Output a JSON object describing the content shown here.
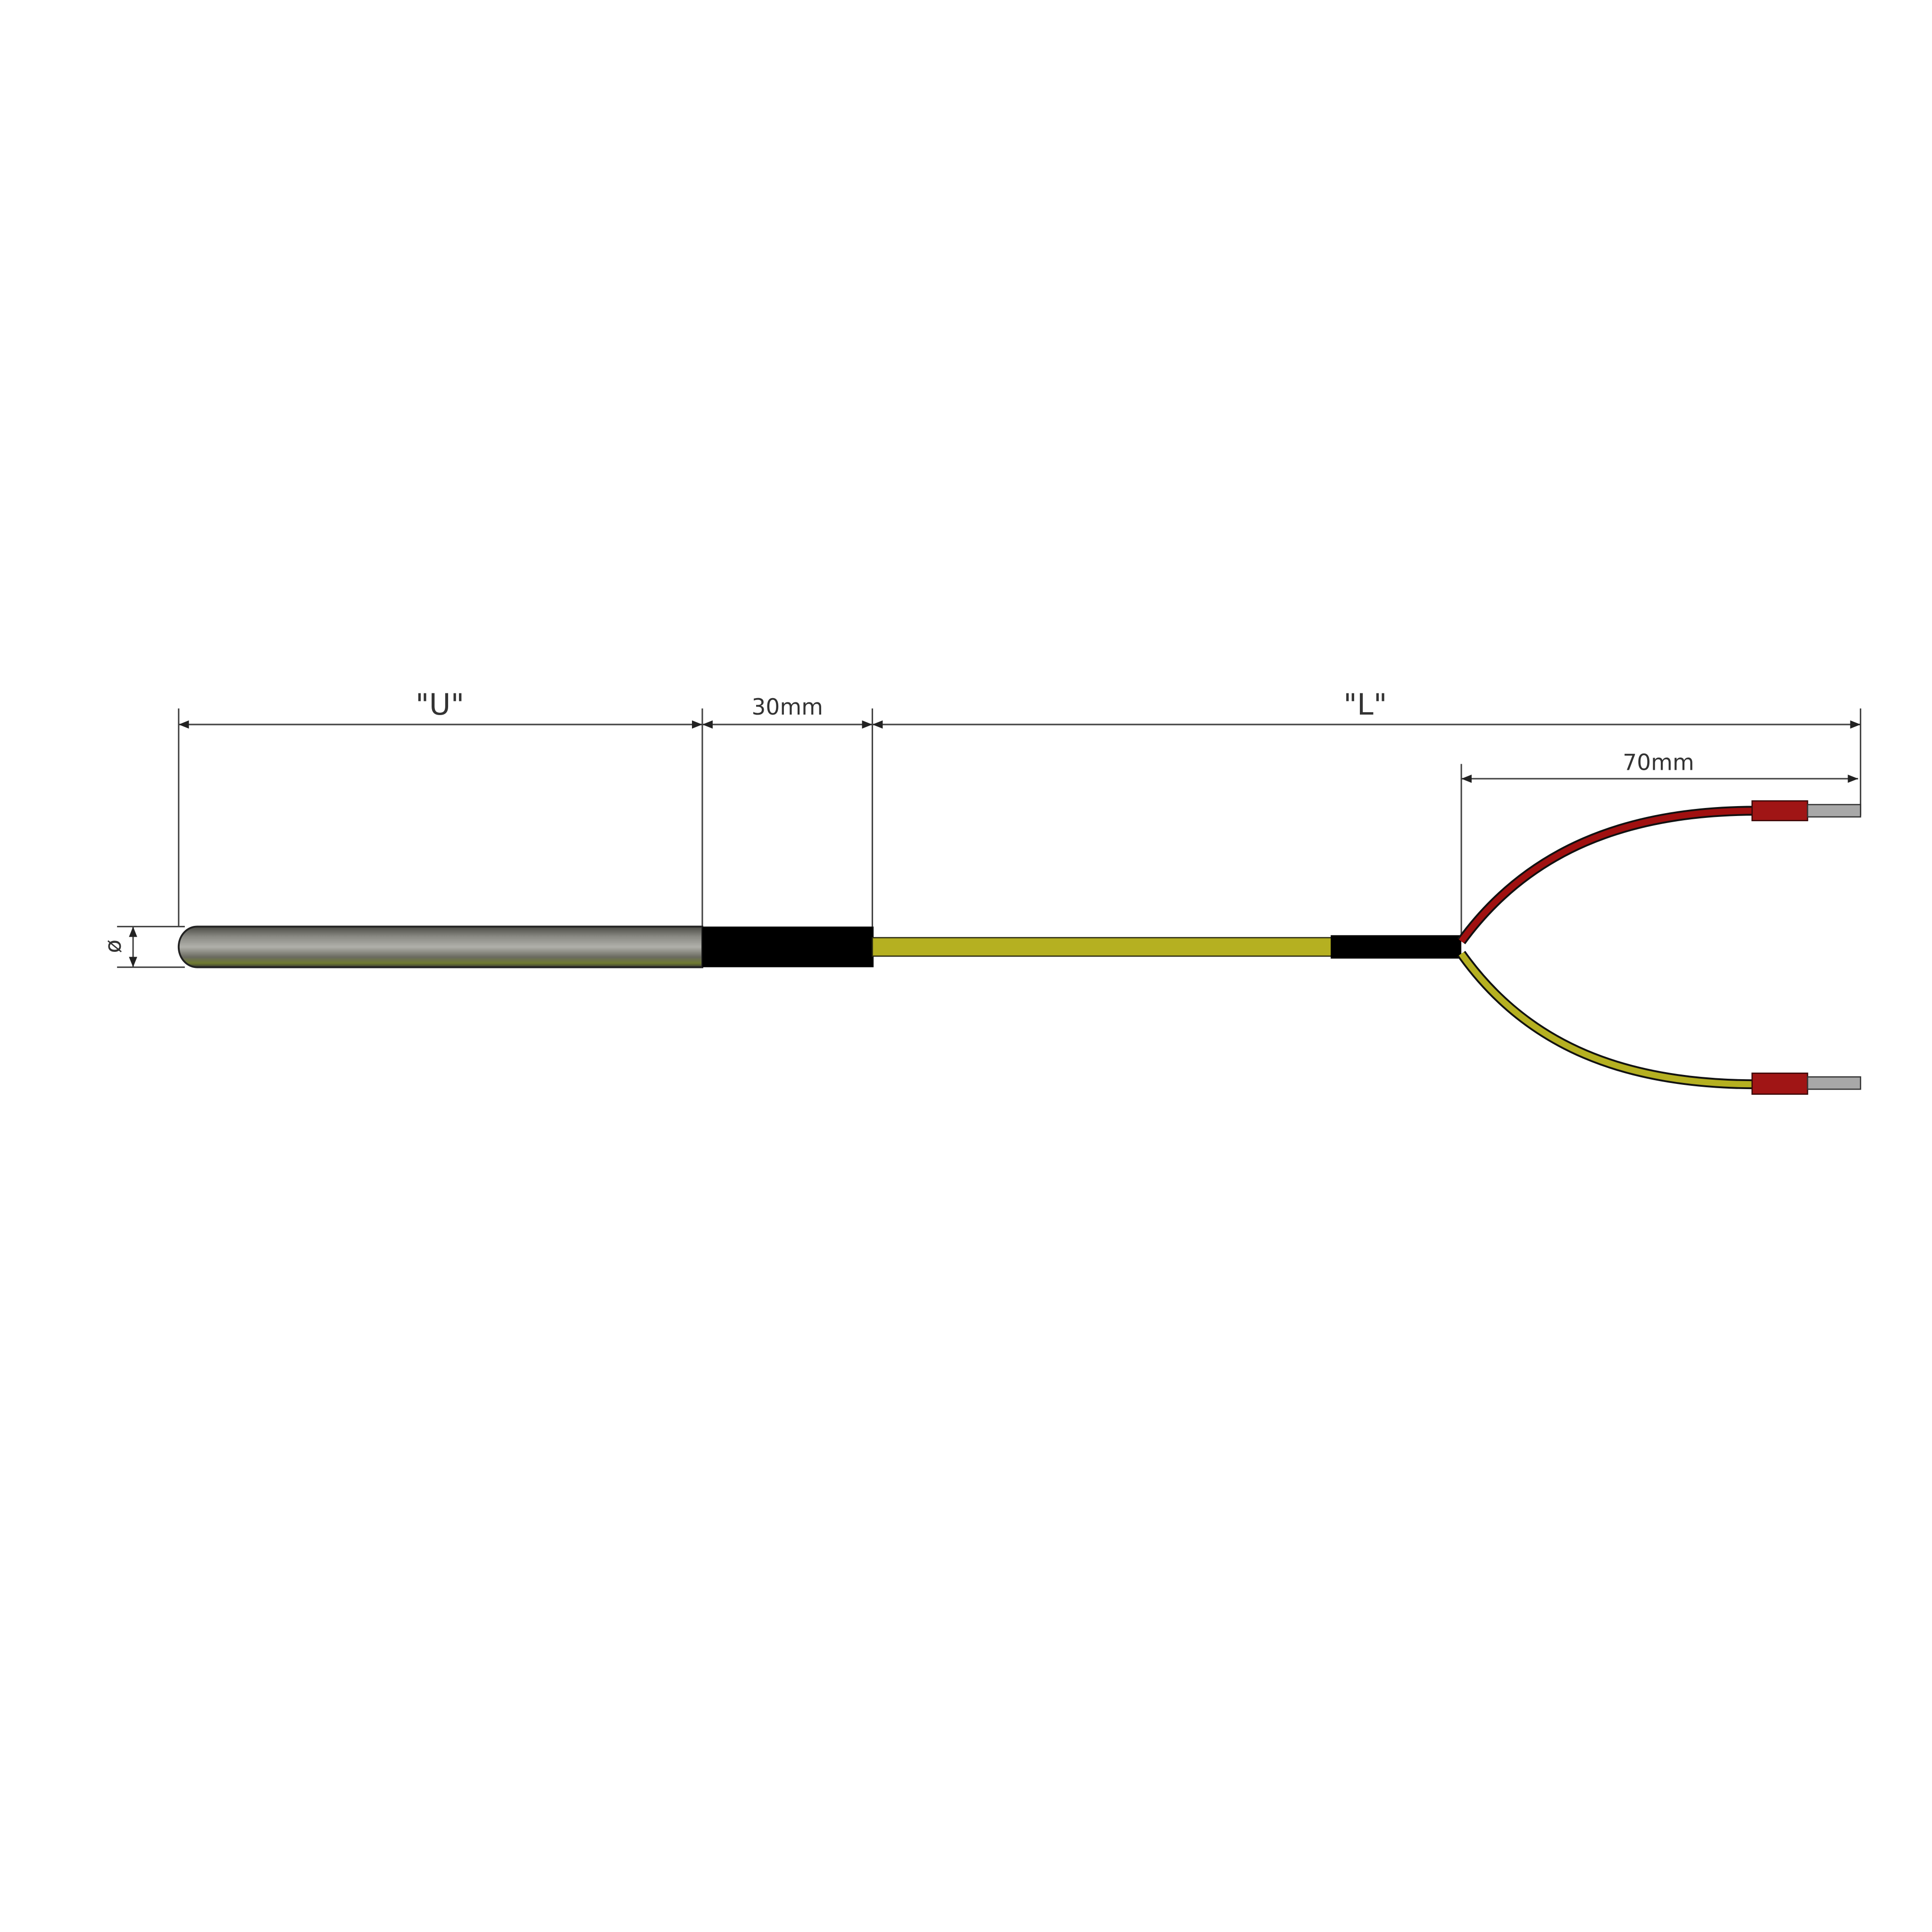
{
  "labels": {
    "u_length": "\"U\"",
    "sleeve_length": "30mm",
    "l_length": "\"L\"",
    "lead_length": "70mm",
    "diameter_symbol": "ø"
  },
  "colors": {
    "sheath": "#7a7a72",
    "sleeve": "#000000",
    "cable": "#b5b021",
    "red_wire": "#a01010",
    "yellow_wire": "#b5b021",
    "ferrule": "#a01515",
    "pin": "#a8a8a8"
  }
}
